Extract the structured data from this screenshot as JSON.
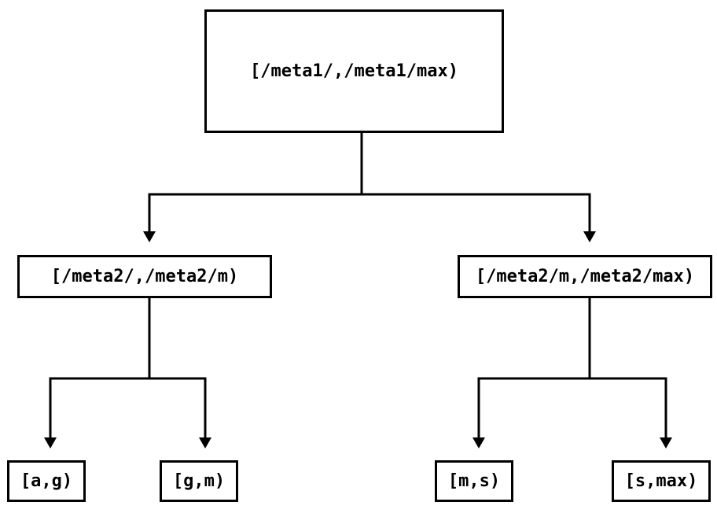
{
  "diagram": {
    "type": "tree",
    "nodes": {
      "root": "[/meta1/,/meta1/max)",
      "left": "[/meta2/,/meta2/m)",
      "right": "[/meta2/m,/meta2/max)",
      "leaf_ag": "[a,g)",
      "leaf_gm": "[g,m)",
      "leaf_ms": "[m,s)",
      "leaf_smax": "[s,max)"
    },
    "edges": [
      {
        "from": "root",
        "to": "left"
      },
      {
        "from": "root",
        "to": "right"
      },
      {
        "from": "left",
        "to": "leaf_ag"
      },
      {
        "from": "left",
        "to": "leaf_gm"
      },
      {
        "from": "right",
        "to": "leaf_ms"
      },
      {
        "from": "right",
        "to": "leaf_smax"
      }
    ],
    "colors": {
      "line": "#000000",
      "box_border": "#000000",
      "box_fill": "#ffffff",
      "background": "#ffffff"
    }
  }
}
